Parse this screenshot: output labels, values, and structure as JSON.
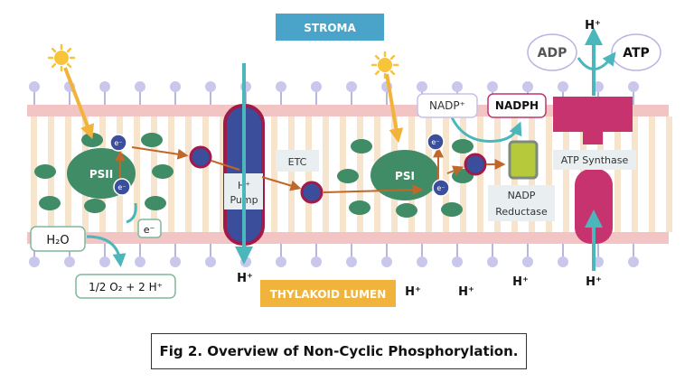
{
  "labels": {
    "stroma": "STROMA",
    "lumen": "THYLAKOID LUMEN",
    "psii": "PSII",
    "psi": "PSI",
    "etc": "ETC",
    "hpump_line1": "H⁺",
    "hpump_line2": "Pump",
    "nadp_reductase_line1": "NADP",
    "nadp_reductase_line2": "Reductase",
    "atp_synthase": "ATP Synthase",
    "nadp_plus": "NADP⁺",
    "nadph": "NADPH",
    "adp": "ADP",
    "atp": "ATP",
    "water": "H₂O",
    "oxygen_products": "1/2 O₂ + 2 H⁺",
    "electron": "e⁻",
    "h_ion": "H⁺"
  },
  "colors": {
    "stroma_box": "#4aa3c8",
    "lumen_box": "#f0b43c",
    "membrane_pink": "#f2c4c4",
    "membrane_stripe": "#f7e4cc",
    "lipid_head": "#c9c8ec",
    "photosystem_green": "#3f8c67",
    "complex_blue": "#3b4e9c",
    "complex_ring": "#a01a4a",
    "atp_synthase_magenta": "#c6336e",
    "arrow_teal": "#4bb7bd",
    "arrow_orange": "#c0672a",
    "sun_yellow": "#f7c43a",
    "reductase_green": "#b5c93a"
  },
  "caption": "Fig 2. Overview of Non-Cyclic Phosphorylation."
}
